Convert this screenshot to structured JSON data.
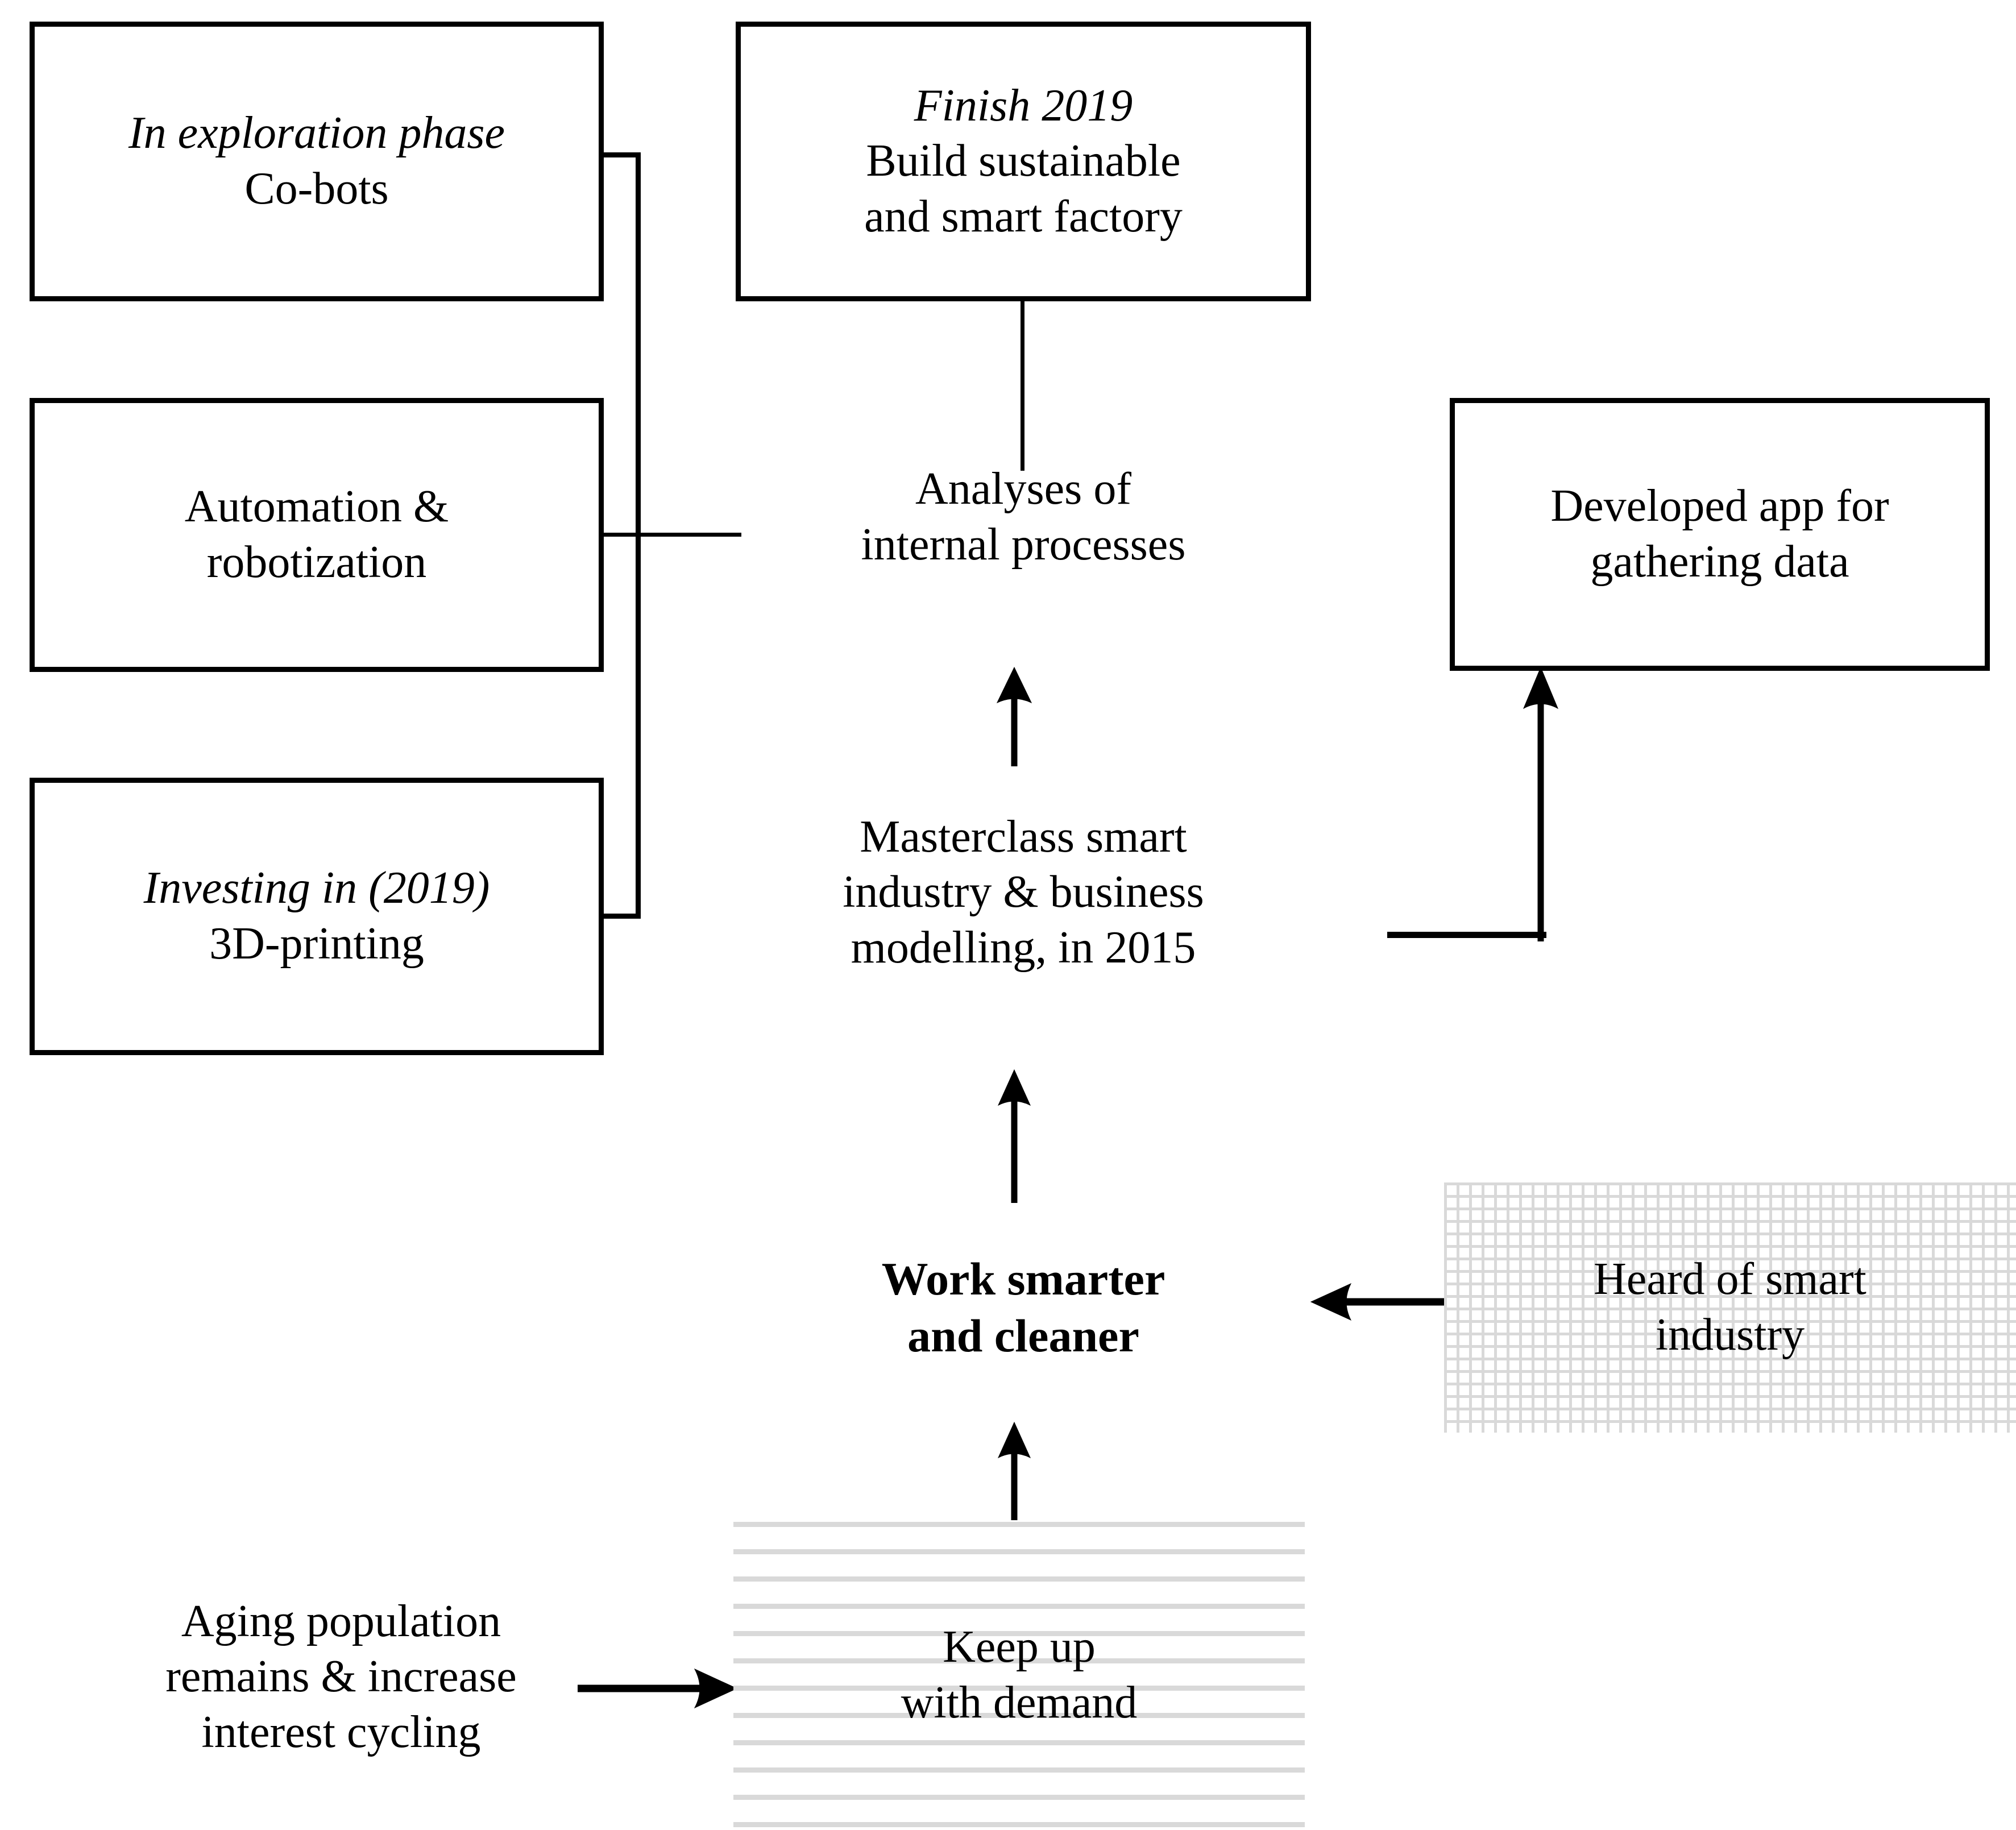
{
  "diagram": {
    "title_present": false,
    "background": "#ffffff",
    "line_color": "#000000",
    "pattern_color": "#d9d9d9",
    "nodes": {
      "co_bots": {
        "line1": "In exploration phase",
        "line2": "Co-bots",
        "style": "boxed",
        "emphasis": "line1-italic"
      },
      "automation": {
        "line1": "Automation &",
        "line2": "robotization",
        "style": "boxed",
        "emphasis": "none"
      },
      "printing_3d": {
        "line1": "Investing in (2019)",
        "line2": "3D-printing",
        "style": "boxed",
        "emphasis": "line1-italic"
      },
      "smart_factory": {
        "line1": "Finish 2019",
        "line2": "Build sustainable",
        "line3": "and smart factory",
        "style": "boxed",
        "emphasis": "line1-italic"
      },
      "analyses": {
        "line1": "Analyses of",
        "line2": "internal processes",
        "style": "plain",
        "emphasis": "none"
      },
      "masterclass": {
        "line1": "Masterclass smart",
        "line2": "industry & business",
        "line3": "modelling, in 2015",
        "style": "plain",
        "emphasis": "none"
      },
      "developed_app": {
        "line1": "Developed app for",
        "line2": "gathering data",
        "style": "boxed",
        "emphasis": "none"
      },
      "work_smarter": {
        "line1": "Work smarter",
        "line2": "and cleaner",
        "style": "plain",
        "emphasis": "bold"
      },
      "heard_smart_industry": {
        "line1": "Heard of smart",
        "line2": "industry",
        "style": "grid-fill",
        "emphasis": "none"
      },
      "keep_up": {
        "line1": "Keep up",
        "line2": "with demand",
        "style": "stripe-fill",
        "emphasis": "none"
      },
      "aging_population": {
        "line1": "Aging population",
        "line2": "remains & increase",
        "line3": "interest cycling",
        "style": "plain",
        "emphasis": "none"
      }
    },
    "connectors": [
      {
        "name": "bracket-co-bots-to-trunk",
        "from": "co_bots",
        "to": "analyses",
        "type": "elbow",
        "arrow": false
      },
      {
        "name": "bracket-automation-to-trunk",
        "from": "automation",
        "to": "analyses",
        "type": "straight",
        "arrow": false
      },
      {
        "name": "bracket-3dprinting-to-trunk",
        "from": "printing_3d",
        "to": "analyses",
        "type": "elbow",
        "arrow": false
      },
      {
        "name": "analyses-to-smart-factory",
        "from": "analyses",
        "to": "smart_factory",
        "type": "straight",
        "arrow": false
      },
      {
        "name": "masterclass-to-analyses",
        "from": "masterclass",
        "to": "analyses",
        "type": "straight",
        "arrow": true
      },
      {
        "name": "masterclass-to-developed-app",
        "from": "masterclass",
        "to": "developed_app",
        "type": "elbow",
        "arrow": true
      },
      {
        "name": "work-smarter-to-masterclass",
        "from": "work_smarter",
        "to": "masterclass",
        "type": "straight",
        "arrow": true
      },
      {
        "name": "heard-to-work-smarter",
        "from": "heard_smart_industry",
        "to": "work_smarter",
        "type": "straight",
        "arrow": true
      },
      {
        "name": "keep-up-to-work-smarter",
        "from": "keep_up",
        "to": "work_smarter",
        "type": "straight",
        "arrow": true
      },
      {
        "name": "aging-to-keep-up",
        "from": "aging_population",
        "to": "keep_up",
        "type": "straight",
        "arrow": true
      }
    ]
  }
}
